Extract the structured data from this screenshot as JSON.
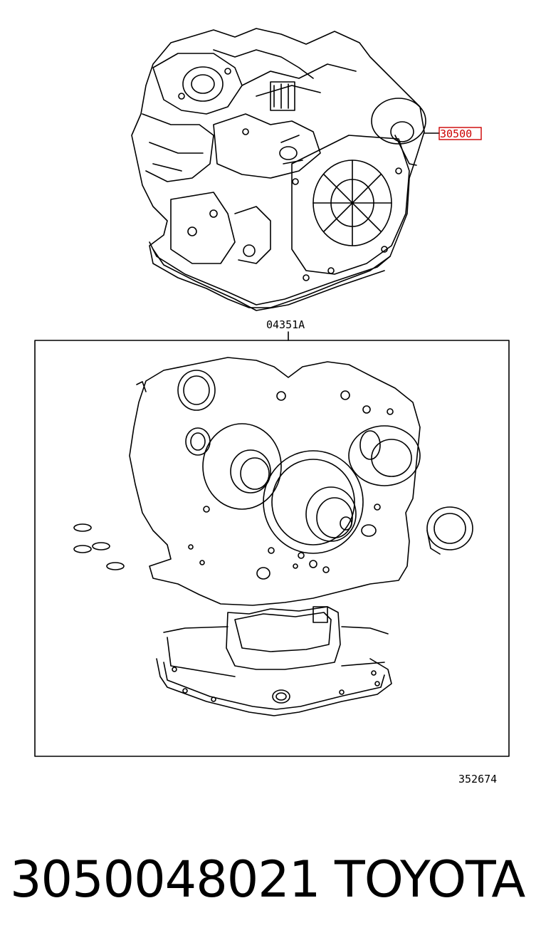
{
  "diagram": {
    "callout_main": "30500",
    "callout_kit": "04351A",
    "reference_id": "352674",
    "highlight_color": "#cc0000"
  },
  "footer": {
    "part_number": "3050048021",
    "brand": "TOYOTA"
  }
}
